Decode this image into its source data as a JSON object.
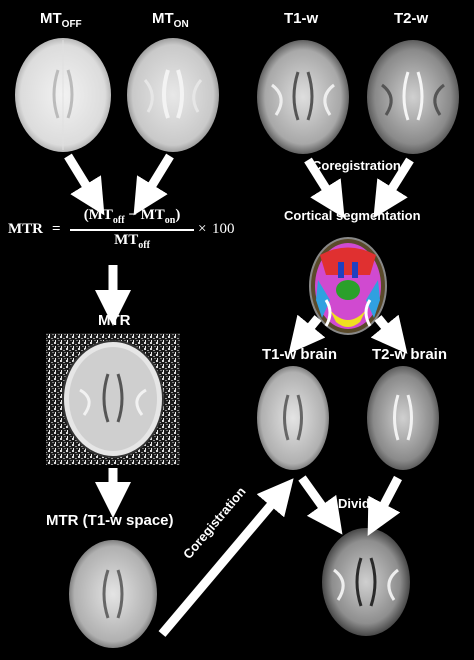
{
  "labels": {
    "mt_off": "MT",
    "mt_off_sub": "OFF",
    "mt_on": "MT",
    "mt_on_sub": "ON",
    "t1w": "T1-w",
    "t2w": "T2-w",
    "coregistration_top": "Coregistration",
    "cortical_segmentation": "Cortical segmentation",
    "mtr": "MTR",
    "t1w_brain": "T1-w brain",
    "t2w_brain": "T2-w brain",
    "mtr_t1w_space": "MTR (T1-w space)",
    "coregistration_diag": "Coregistration",
    "divide": "Divide"
  },
  "formula": {
    "lhs": "MTR",
    "eq": "=",
    "numerator": "(MT",
    "num_sub1": "off",
    "num_minus": " − MT",
    "num_sub2": "on",
    "num_close": ")",
    "denominator": "MT",
    "den_sub": "off",
    "times": "×",
    "factor": "100"
  },
  "colors": {
    "background": "#000000",
    "arrow": "#ffffff",
    "text": "#ffffff"
  }
}
